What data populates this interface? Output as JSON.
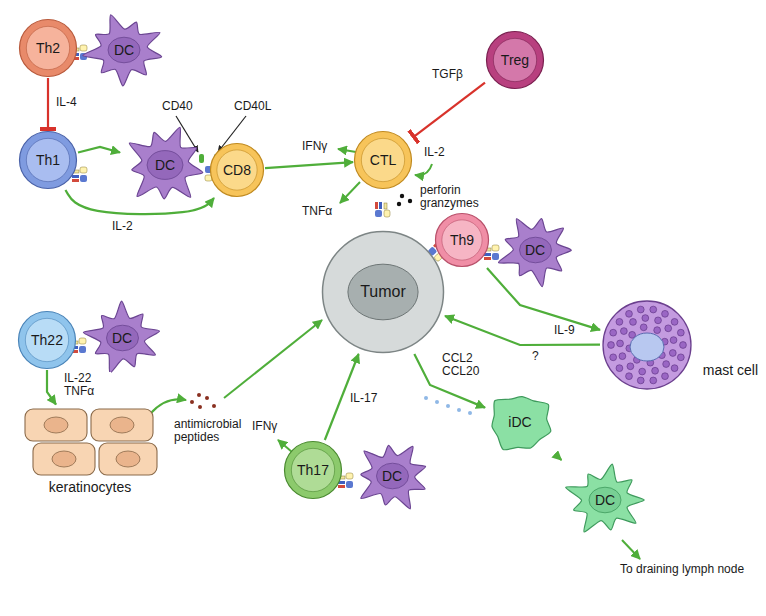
{
  "diagram": {
    "nodes": [
      {
        "text": [
          "Th2"
        ]
      },
      {
        "text": [
          "DC"
        ]
      },
      {
        "text": [
          "Th1"
        ]
      },
      {
        "text": [
          "DC"
        ]
      },
      {
        "text": [
          "CD8"
        ]
      },
      {
        "text": [
          "Treg"
        ]
      },
      {
        "text": [
          "CTL"
        ]
      },
      {
        "text": [
          "Th9"
        ]
      },
      {
        "text": [
          "DC"
        ]
      },
      {
        "text": [
          "Tumor"
        ]
      },
      {
        "text": [
          "Th22"
        ]
      },
      {
        "text": [
          "DC"
        ]
      },
      {
        "text": [
          "keratinocytes"
        ]
      },
      {
        "text": [
          "mast cell"
        ]
      },
      {
        "text": [
          "Th17"
        ]
      },
      {
        "text": [
          "DC"
        ]
      },
      {
        "text": [
          "iDC"
        ]
      },
      {
        "text": [
          "DC"
        ]
      }
    ],
    "edges": [
      {
        "from": 0,
        "to": 2,
        "label": "IL-4",
        "arrow": "to"
      },
      {
        "from": 2,
        "to": 3,
        "arrow": "to"
      },
      {
        "from": 2,
        "to": 4,
        "label": "IL-2",
        "arrow": "to"
      },
      {
        "from": 4,
        "to": 6,
        "arrow": "to"
      },
      {
        "from": 5,
        "to": 6,
        "label": "TGFβ",
        "arrow": "to"
      },
      {
        "from": 7,
        "to": 13,
        "label": "IL-9",
        "arrow": "to"
      },
      {
        "from": 13,
        "to": 9,
        "label": "?",
        "arrow": "to"
      },
      {
        "from": 10,
        "to": 12,
        "label": "IL-22 TNFα",
        "arrow": "to"
      },
      {
        "from": 14,
        "to": 9,
        "label": "IL-17",
        "arrow": "to"
      },
      {
        "from": 9,
        "to": 16,
        "label": "CCL2 CCL20",
        "arrow": "to"
      },
      {
        "from": 16,
        "to": 17,
        "arrow": "to"
      }
    ],
    "labels": [
      "CD40",
      "CD40L",
      "IFNγ",
      "IL-2",
      "TNFα",
      "perforin granzymes",
      "antimicrobial peptides",
      "IFNγ",
      "To draining lymph node"
    ]
  }
}
